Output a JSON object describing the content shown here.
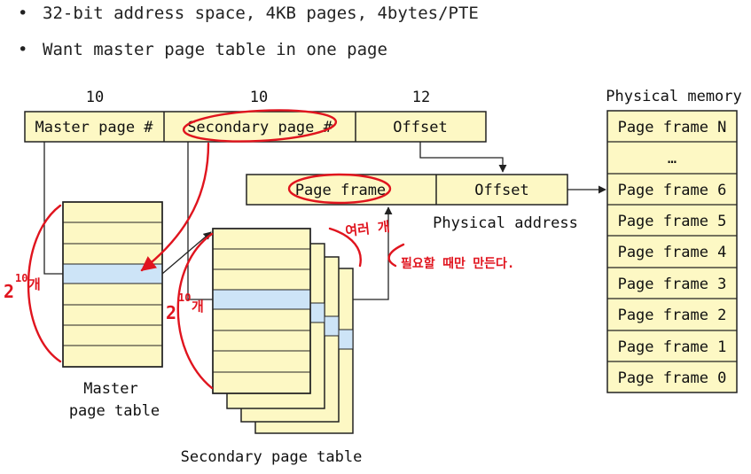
{
  "bullets": [
    "32-bit address space, 4KB pages, 4bytes/PTE",
    "Want master page table in one page"
  ],
  "virtual_address": {
    "bits": [
      "10",
      "10",
      "12"
    ],
    "fields": [
      "Master page #",
      "Secondary page #",
      "Offset"
    ]
  },
  "physical_address": {
    "fields": [
      "Page frame",
      "Offset"
    ],
    "label": "Physical address"
  },
  "master_table": {
    "label_line1": "Master",
    "label_line2": "page table"
  },
  "secondary_table": {
    "label": "Secondary page table"
  },
  "physical_memory": {
    "title": "Physical memory",
    "frames": [
      "Page frame N",
      "…",
      "Page frame 6",
      "Page frame 5",
      "Page frame 4",
      "Page frame 3",
      "Page frame 2",
      "Page frame 1",
      "Page frame 0"
    ]
  },
  "annotations": {
    "master_count_base": "2",
    "master_count_exp": "10",
    "master_count_unit": "개",
    "secondary_count_base": "2",
    "secondary_count_exp": "10",
    "secondary_count_unit": "개",
    "many_note": "여러 개",
    "only_when_needed": "필요할 때만 만든다."
  },
  "colors": {
    "box_fill": "#fdf8c4",
    "highlight_fill": "#cde4f7",
    "ink_red": "#e0141e",
    "stroke": "#222222"
  }
}
